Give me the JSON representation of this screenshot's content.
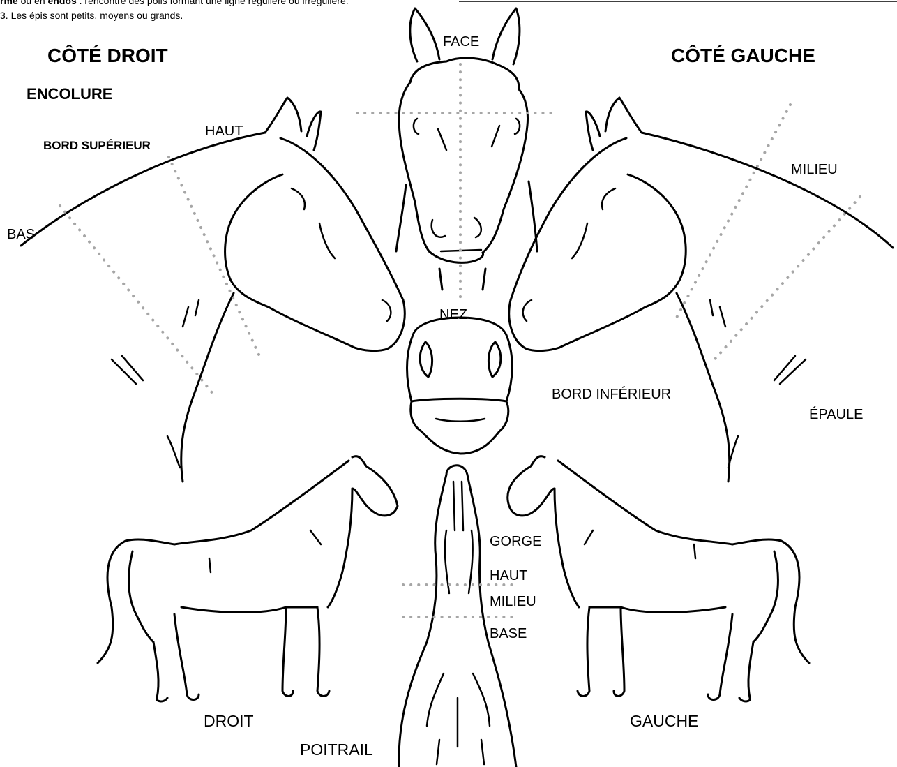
{
  "header_text": {
    "line1_prefix": "rme",
    "line1_join": " ou en ",
    "line1_bold": "endos",
    "line1_rest": " : rencontre des poils formant une ligne régulière ou irrégulière.",
    "line2": "3. Les épis sont petits, moyens ou grands."
  },
  "titles": {
    "right_side": "CÔTÉ DROIT",
    "left_side": "CÔTÉ GAUCHE",
    "neck": "ENCOLURE",
    "top_edge": "BORD SUPÉRIEUR"
  },
  "labels": {
    "face": "FACE",
    "haut_neck": "HAUT",
    "bas": "BAS",
    "milieu_neck": "MILIEU",
    "nez": "NEZ",
    "bord_inferieur": "BORD INFÉRIEUR",
    "epaule": "ÉPAULE",
    "gorge": "GORGE",
    "haut_throat": "HAUT",
    "milieu_throat": "MILIEU",
    "base": "BASE",
    "droit": "DROIT",
    "gauche": "GAUCHE",
    "poitrail": "POITRAIL"
  }
}
